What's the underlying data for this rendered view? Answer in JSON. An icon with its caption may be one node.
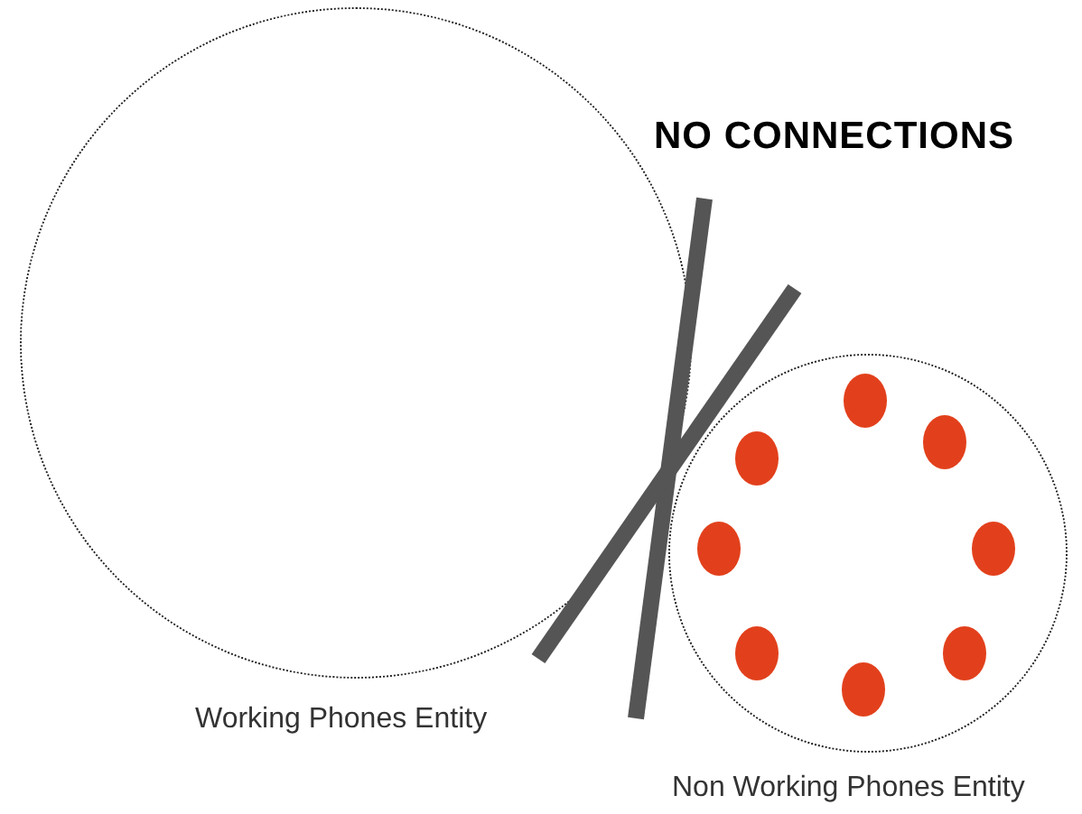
{
  "diagram": {
    "title": "NO CONNECTIONS",
    "nodes": [
      {
        "text": [
          "Working Phones Entity"
        ]
      },
      {
        "text": [
          "Non Working Phones Entity"
        ]
      },
      {
        "text": [],
        "shape": "circle",
        "in": 1
      },
      {
        "text": [],
        "shape": "circle",
        "in": 1
      },
      {
        "text": [],
        "shape": "circle",
        "in": 1
      },
      {
        "text": [],
        "shape": "circle",
        "in": 1
      },
      {
        "text": [],
        "shape": "circle",
        "in": 1
      },
      {
        "text": [],
        "shape": "circle",
        "in": 1
      },
      {
        "text": [],
        "shape": "circle",
        "in": 1
      },
      {
        "text": [],
        "shape": "circle",
        "in": 1
      }
    ]
  }
}
